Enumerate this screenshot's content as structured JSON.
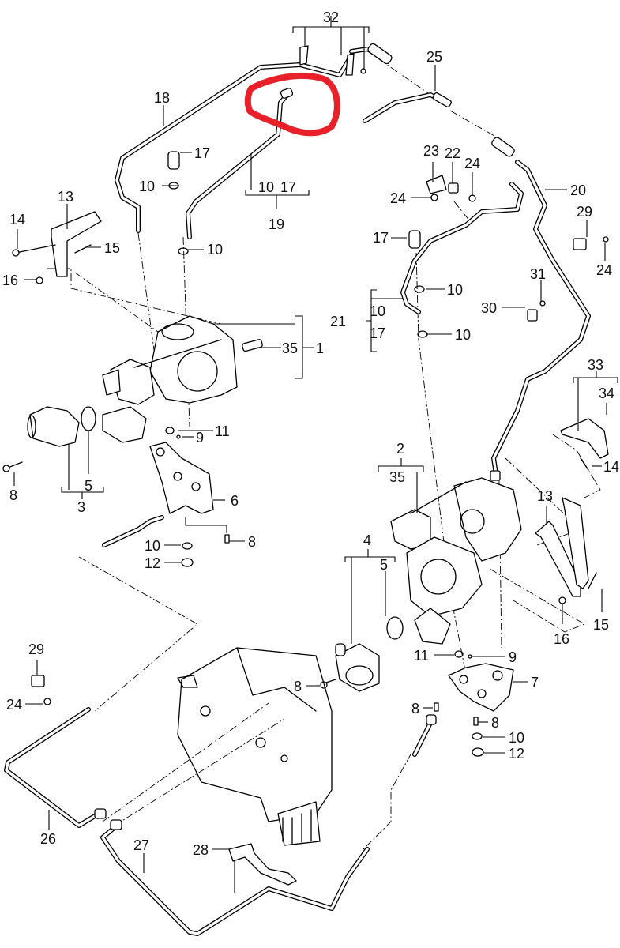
{
  "diagram": {
    "type": "exploded-parts-diagram",
    "subject": "twin turbocharger oil supply and return lines",
    "highlight_color": "#e8202a",
    "highlight_note": "red freehand circle around end fitting of pipe 19",
    "callouts": [
      {
        "id": "c32",
        "text": "32"
      },
      {
        "id": "c25",
        "text": "25"
      },
      {
        "id": "c18",
        "text": "18"
      },
      {
        "id": "c17a",
        "text": "17"
      },
      {
        "id": "c10a",
        "text": "10"
      },
      {
        "id": "c19a",
        "text": "10"
      },
      {
        "id": "c19b",
        "text": "17"
      },
      {
        "id": "c19",
        "text": "19"
      },
      {
        "id": "c10b",
        "text": "10"
      },
      {
        "id": "c13a",
        "text": "13"
      },
      {
        "id": "c14a",
        "text": "14"
      },
      {
        "id": "c15a",
        "text": "15"
      },
      {
        "id": "c16a",
        "text": "16"
      },
      {
        "id": "c23",
        "text": "23"
      },
      {
        "id": "c22",
        "text": "22"
      },
      {
        "id": "c24a",
        "text": "24"
      },
      {
        "id": "c24b",
        "text": "24"
      },
      {
        "id": "c20",
        "text": "20"
      },
      {
        "id": "c29a",
        "text": "29"
      },
      {
        "id": "c24c",
        "text": "24"
      },
      {
        "id": "c17b",
        "text": "17"
      },
      {
        "id": "c10c",
        "text": "10"
      },
      {
        "id": "c21",
        "text": "21"
      },
      {
        "id": "c21a",
        "text": "10"
      },
      {
        "id": "c21b",
        "text": "17"
      },
      {
        "id": "c10d",
        "text": "10"
      },
      {
        "id": "c31",
        "text": "31"
      },
      {
        "id": "c30",
        "text": "30"
      },
      {
        "id": "c35a",
        "text": "35"
      },
      {
        "id": "c1",
        "text": "1"
      },
      {
        "id": "c11a",
        "text": "11"
      },
      {
        "id": "c9a",
        "text": "9"
      },
      {
        "id": "c8a",
        "text": "8"
      },
      {
        "id": "c5a",
        "text": "5"
      },
      {
        "id": "c3",
        "text": "3"
      },
      {
        "id": "c6",
        "text": "6"
      },
      {
        "id": "c10e",
        "text": "10"
      },
      {
        "id": "c8b",
        "text": "8"
      },
      {
        "id": "c12a",
        "text": "12"
      },
      {
        "id": "c33",
        "text": "33"
      },
      {
        "id": "c34",
        "text": "34"
      },
      {
        "id": "c14b",
        "text": "14"
      },
      {
        "id": "c2",
        "text": "2"
      },
      {
        "id": "c35b",
        "text": "35"
      },
      {
        "id": "c13b",
        "text": "13"
      },
      {
        "id": "c4",
        "text": "4"
      },
      {
        "id": "c5b",
        "text": "5"
      },
      {
        "id": "c15b",
        "text": "15"
      },
      {
        "id": "c16b",
        "text": "16"
      },
      {
        "id": "c11b",
        "text": "11"
      },
      {
        "id": "c9b",
        "text": "9"
      },
      {
        "id": "c8c",
        "text": "8"
      },
      {
        "id": "c7",
        "text": "7"
      },
      {
        "id": "c8d",
        "text": "8"
      },
      {
        "id": "c8e",
        "text": "8"
      },
      {
        "id": "c10f",
        "text": "10"
      },
      {
        "id": "c12b",
        "text": "12"
      },
      {
        "id": "c29b",
        "text": "29"
      },
      {
        "id": "c24d",
        "text": "24"
      },
      {
        "id": "c26",
        "text": "26"
      },
      {
        "id": "c27",
        "text": "27"
      },
      {
        "id": "c28",
        "text": "28"
      }
    ]
  }
}
